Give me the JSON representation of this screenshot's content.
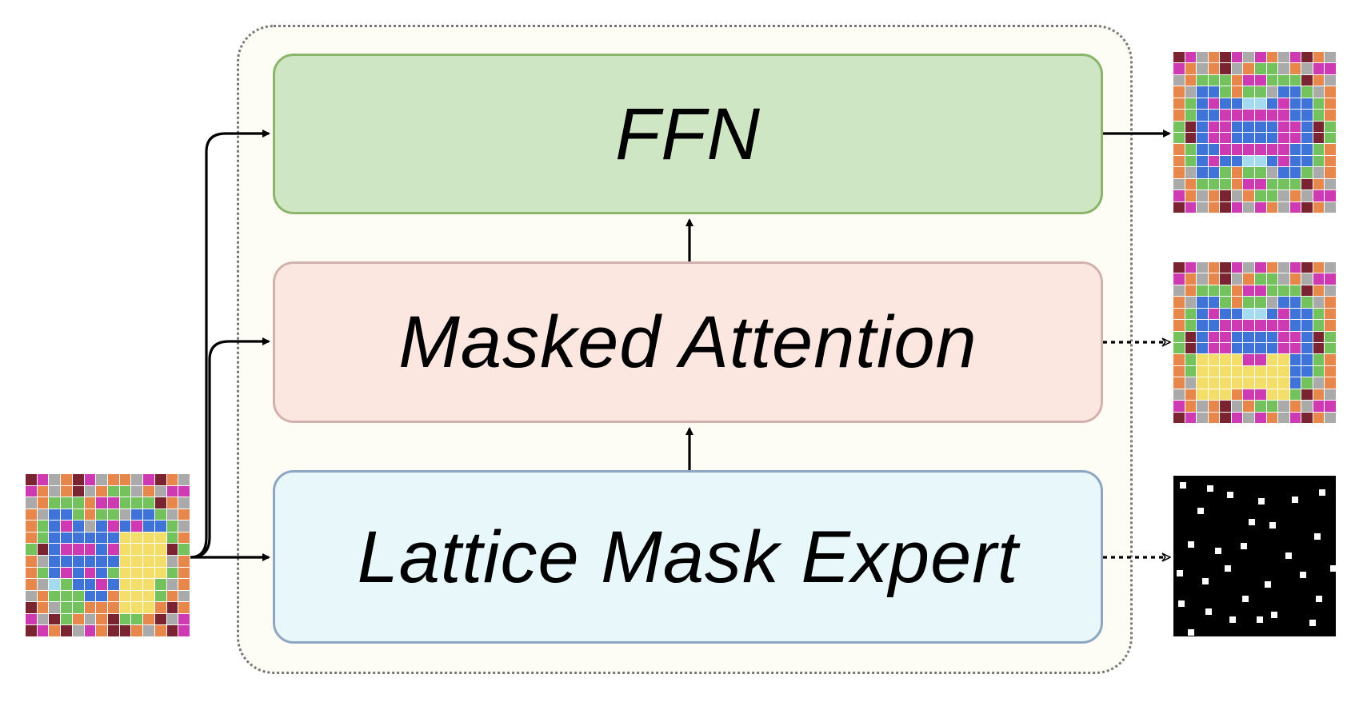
{
  "blocks": {
    "ffn": "FFN",
    "masked_attention": "Masked Attention",
    "lattice_mask_expert": "Lattice Mask Expert"
  },
  "palette": {
    "0": "#7a2431",
    "1": "#3f73d8",
    "2": "#cd3ab2",
    "3": "#aaaaaa",
    "4": "#e8874b",
    "5": "#74c25d",
    "6": "#a5dbf1",
    "7": "#f3de6a"
  },
  "grids": {
    "input": [
      "02340234432043",
      "24340345534322",
      "34555422555043",
      "43115455311534",
      "45121312121153",
      "45111111777754",
      "50122212777705",
      "43111111777734",
      "45121215777754",
      "43651121777534",
      "34555114777543",
      "04355444777404",
      "23054340554032",
      "02403240043402"
    ],
    "output_ffn": [
      "02340232432043",
      "24340345534322",
      "34555422555043",
      "43115455311534",
      "45121166121154",
      "45112222221154",
      "50122111122105",
      "50122111122105",
      "45112222221154",
      "45121166121154",
      "43115455311534",
      "34555422555043",
      "24340345534322",
      "02340232432043"
    ],
    "output_attention": [
      "02340232432043",
      "24340345534322",
      "34555422555043",
      "43115455311534",
      "45121166121154",
      "45112222221154",
      "50122111122105",
      "50122111122105",
      "45777722771154",
      "45777777771154",
      "43777777771534",
      "34777422775043",
      "24340345534322",
      "02340232432043"
    ]
  }
}
